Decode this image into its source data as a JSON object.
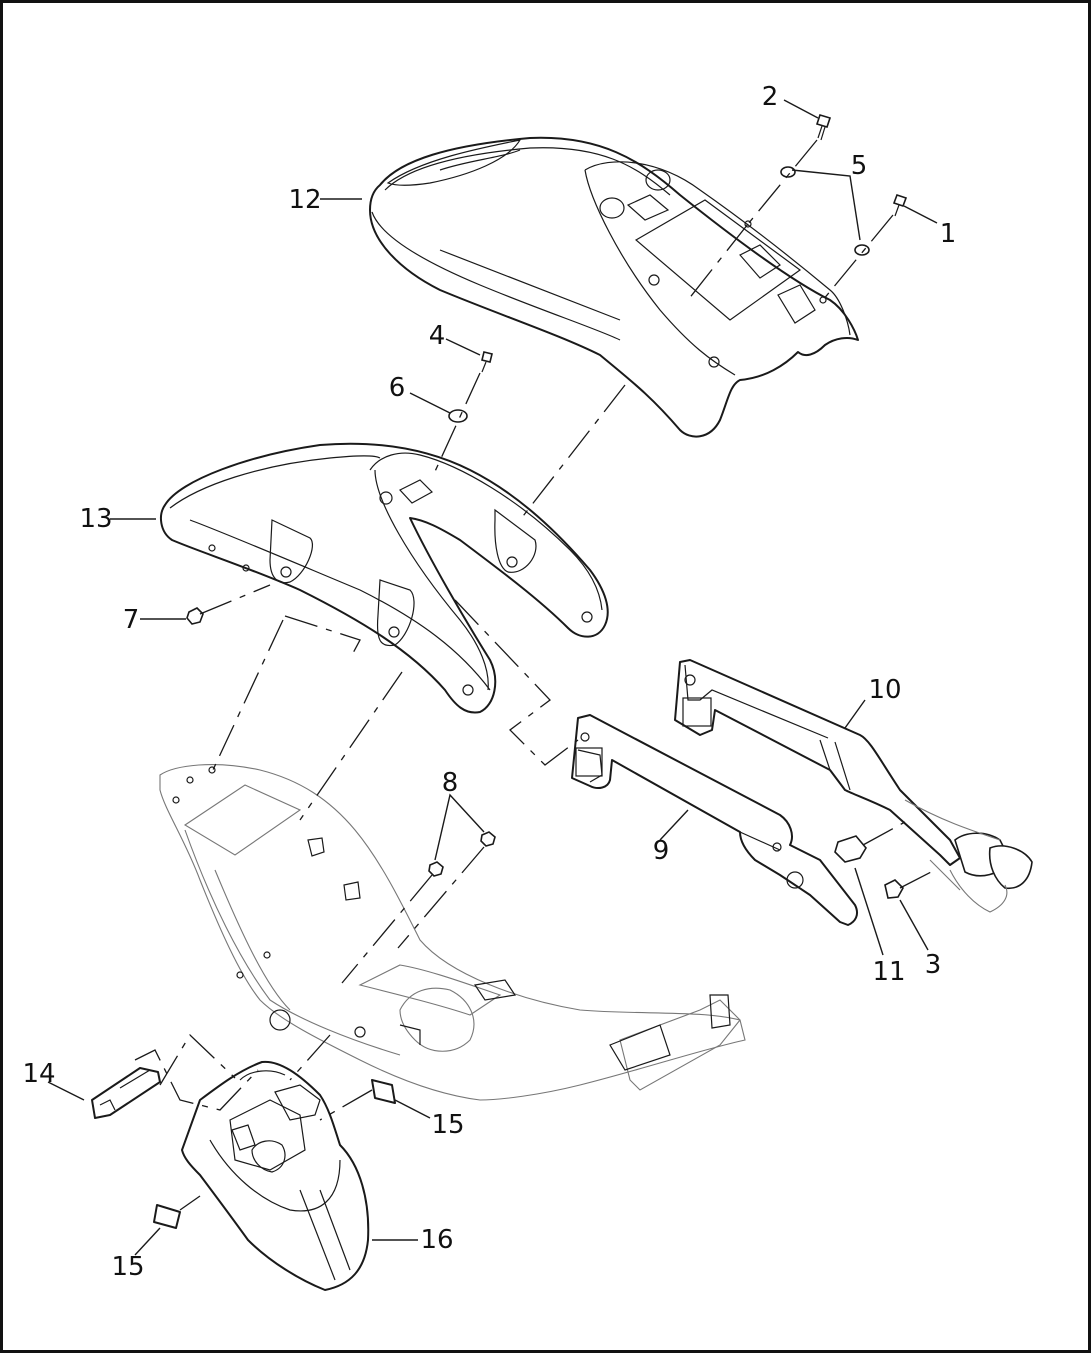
{
  "diagram": {
    "callouts": [
      {
        "id": "c1",
        "text": "1"
      },
      {
        "id": "c2",
        "text": "2"
      },
      {
        "id": "c3",
        "text": "3"
      },
      {
        "id": "c4",
        "text": "4"
      },
      {
        "id": "c5",
        "text": "5"
      },
      {
        "id": "c6",
        "text": "6"
      },
      {
        "id": "c7",
        "text": "7"
      },
      {
        "id": "c8",
        "text": "8"
      },
      {
        "id": "c9",
        "text": "9"
      },
      {
        "id": "c10",
        "text": "10"
      },
      {
        "id": "c11",
        "text": "11"
      },
      {
        "id": "c12",
        "text": "12"
      },
      {
        "id": "c13",
        "text": "13"
      },
      {
        "id": "c14",
        "text": "14"
      },
      {
        "id": "c15a",
        "text": "15"
      },
      {
        "id": "c15b",
        "text": "15"
      },
      {
        "id": "c16",
        "text": "16"
      }
    ]
  }
}
